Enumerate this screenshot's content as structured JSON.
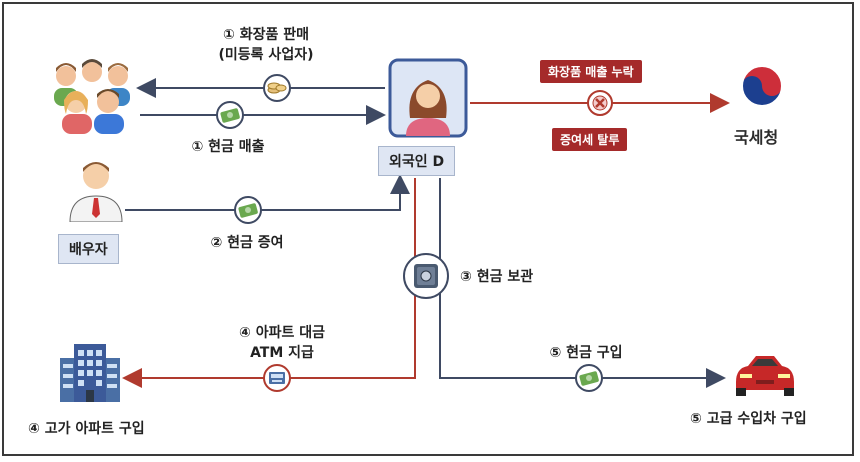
{
  "labels": {
    "sell_line1": "① 화장품 판매",
    "sell_line2": "(미등록 사업자)",
    "cash_sales": "① 현금 매출",
    "gift": "② 현금 증여",
    "storage": "③ 현금 보관",
    "atm_line1": "④ 아파트 대금",
    "atm_line2": "ATM 지급",
    "apartment": "④ 고가 아파트 구입",
    "car_buy_edge": "⑤ 현금 구입",
    "car": "⑤ 고급 수입차 구입"
  },
  "nodes": {
    "foreigner": "외국인 D",
    "spouse": "배우자",
    "nts": "국세청"
  },
  "violations": {
    "missing_sales": "화장품 매출 누락",
    "gift_tax": "증여세 탈루"
  },
  "icons": {
    "customers": "customers-group-icon",
    "spouse": "businessman-icon",
    "foreigner": "woman-avatar-icon",
    "nts": "korea-taegeuk-logo",
    "apartment": "apartment-building-icon",
    "car": "sports-car-icon",
    "safe": "safe-icon",
    "cash": "cash-icon",
    "coins": "coins-icon",
    "atm": "atm-card-icon",
    "blocked": "blocked-x-icon"
  },
  "colors": {
    "navy_line": "#3f4a63",
    "red_line": "#b03a2e",
    "tag_bg": "#dfe6f3",
    "violation_bg": "#a52a2a"
  }
}
